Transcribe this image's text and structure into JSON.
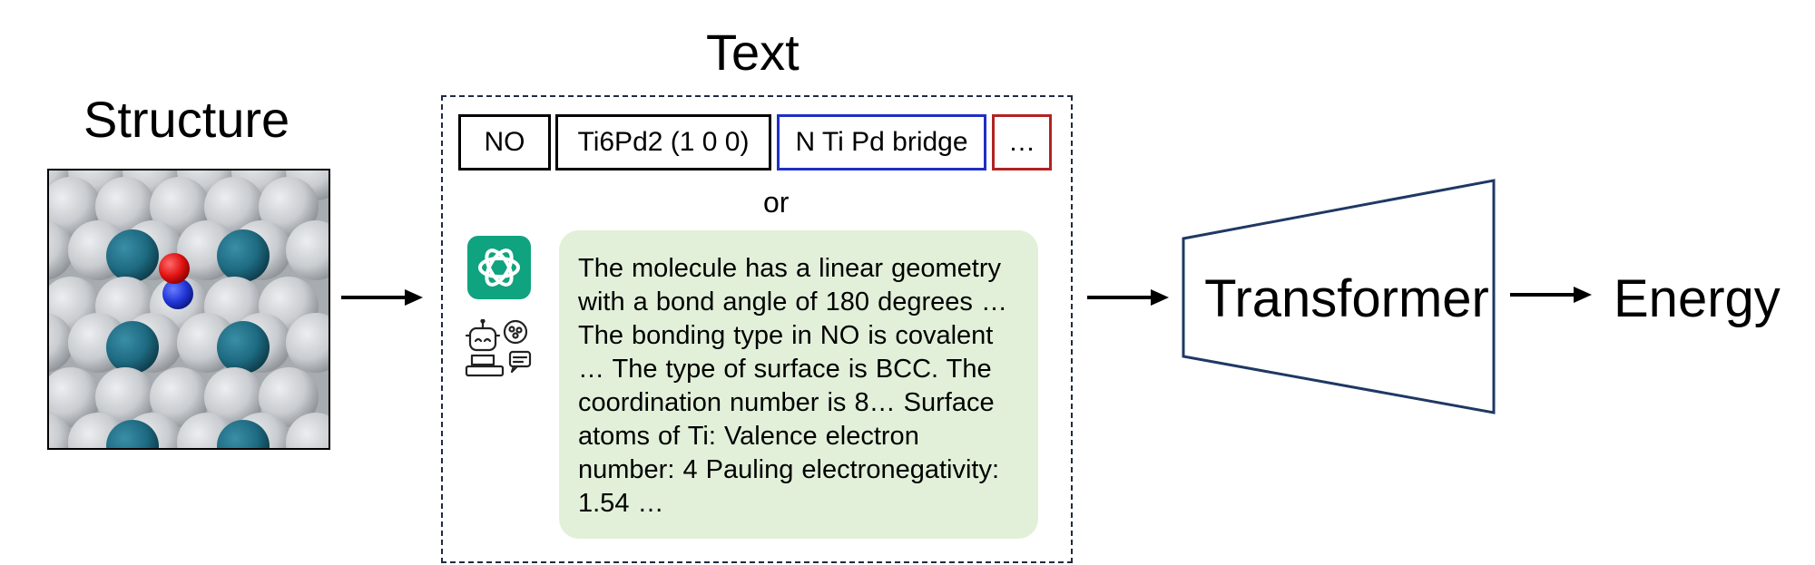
{
  "structure": {
    "title": "Structure"
  },
  "text_panel": {
    "title": "Text",
    "tokens": [
      "NO",
      "Ti6Pd2 (1 0 0)",
      "N Ti Pd bridge",
      "…"
    ],
    "or_label": "or",
    "description": "The molecule has a linear geometry with a bond angle of 180 degrees … The bonding type in NO is covalent … The type of surface is BCC. The coordination number is 8… Surface atoms of Ti: Valence electron number: 4 Pauling electronegativity: 1.54 …"
  },
  "transformer": {
    "label": "Transformer"
  },
  "output": {
    "label": "Energy"
  },
  "colors": {
    "gray_atom": "#c9ccd0",
    "ti_atom": "#1e6b82",
    "oxygen_atom": "#e01212",
    "nitrogen_atom": "#2136d6",
    "green_box": "#e2f0d9",
    "token_blue_border": "#1f2fc4",
    "token_red_border": "#b22222",
    "transformer_border": "#1f3864",
    "gpt_green": "#10a37f"
  },
  "icons": [
    "openai-logo-icon",
    "robot-assistant-icon",
    "right-arrow-icon"
  ]
}
